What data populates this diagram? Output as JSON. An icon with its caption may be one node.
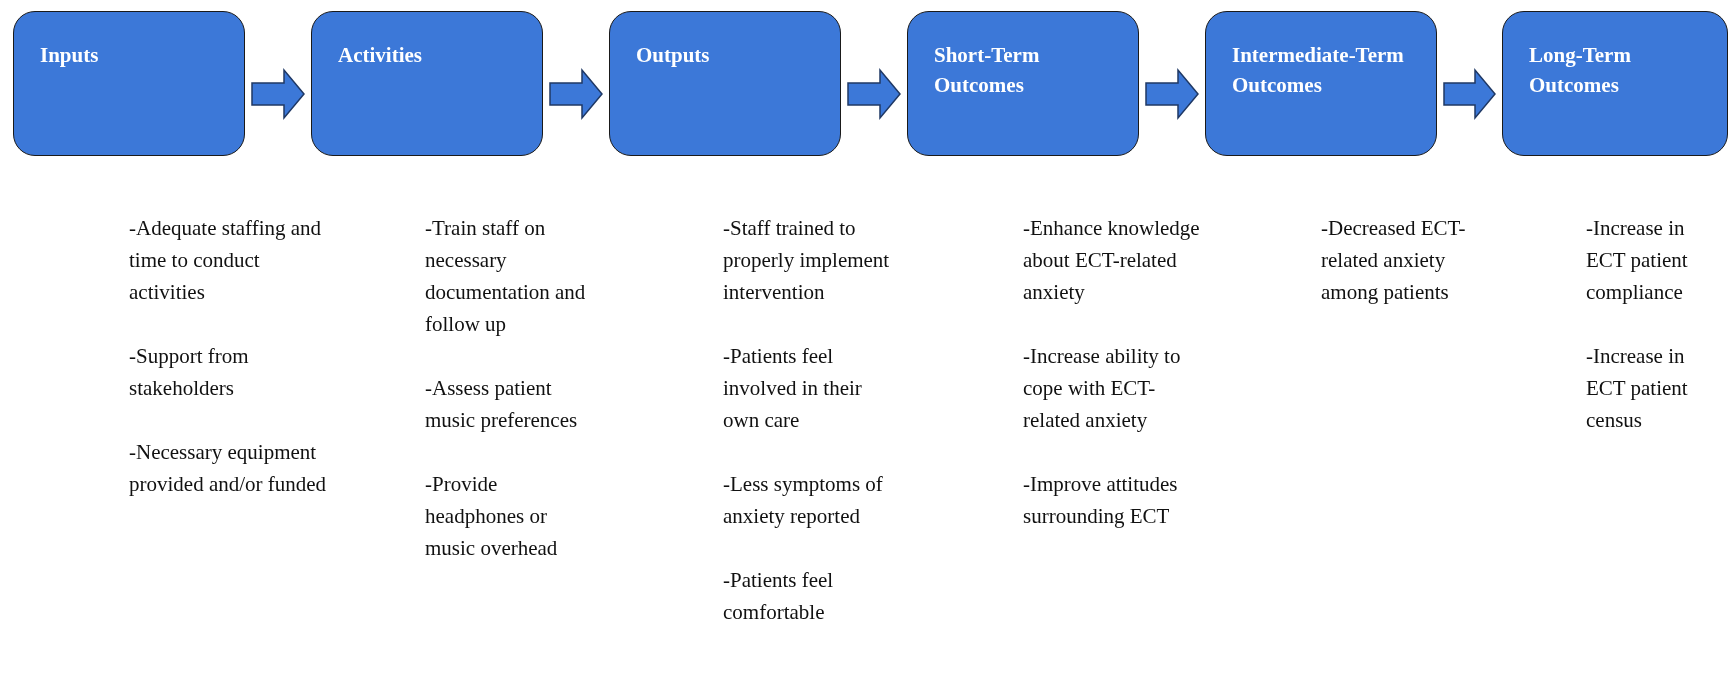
{
  "diagram": {
    "nodes": [
      {
        "text": [
          "Inputs"
        ],
        "beside": [
          "-Adequate staffing and time to conduct activities",
          "-Support from stakeholders",
          "-Necessary equipment provided and/or funded"
        ]
      },
      {
        "text": [
          "Activities"
        ],
        "beside": [
          "-Train staff on necessary documentation and follow up",
          "-Assess patient music preferences",
          "-Provide headphones or music overhead"
        ]
      },
      {
        "text": [
          "Outputs"
        ],
        "beside": [
          "-Staff trained to properly implement intervention",
          "-Patients feel involved in their own care",
          "-Less symptoms of anxiety reported",
          "-Patients feel comfortable"
        ]
      },
      {
        "text": [
          "Short-Term Outcomes"
        ],
        "beside": [
          "-Enhance knowledge about ECT-related anxiety",
          "-Increase ability to cope with ECT-related anxiety",
          "-Improve attitudes surrounding ECT"
        ]
      },
      {
        "text": [
          "Intermediate-Term Outcomes"
        ],
        "beside": [
          "-Decreased ECT-related anxiety among patients"
        ]
      },
      {
        "text": [
          "Long-Term Outcomes"
        ],
        "beside": [
          "-Increase in ECT patient compliance",
          "-Increase in ECT patient census"
        ]
      }
    ],
    "edges": [
      {
        "from": 0,
        "to": 1,
        "arrow": "to"
      },
      {
        "from": 1,
        "to": 2,
        "arrow": "to"
      },
      {
        "from": 2,
        "to": 3,
        "arrow": "to"
      },
      {
        "from": 3,
        "to": 4,
        "arrow": "to"
      },
      {
        "from": 4,
        "to": 5,
        "arrow": "to"
      }
    ]
  }
}
